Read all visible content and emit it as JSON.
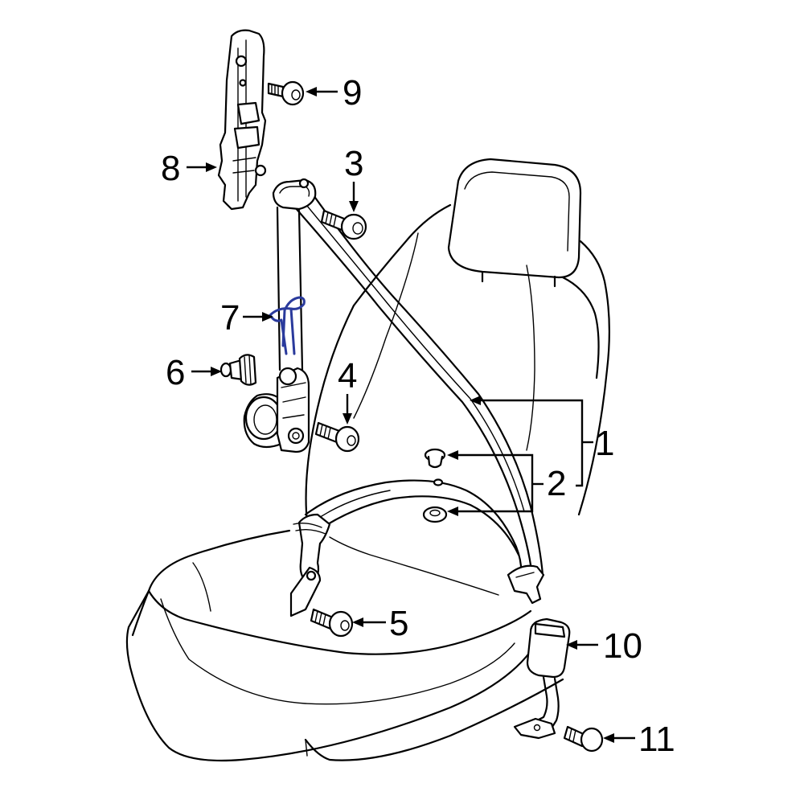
{
  "diagram": {
    "highlight_color": "#2a3a9c",
    "callouts": [
      {
        "id": "1",
        "label": "1"
      },
      {
        "id": "2",
        "label": "2"
      },
      {
        "id": "3",
        "label": "3"
      },
      {
        "id": "4",
        "label": "4"
      },
      {
        "id": "5",
        "label": "5"
      },
      {
        "id": "6",
        "label": "6"
      },
      {
        "id": "7",
        "label": "7"
      },
      {
        "id": "8",
        "label": "8"
      },
      {
        "id": "9",
        "label": "9"
      },
      {
        "id": "10",
        "label": "10"
      },
      {
        "id": "11",
        "label": "11"
      }
    ]
  }
}
